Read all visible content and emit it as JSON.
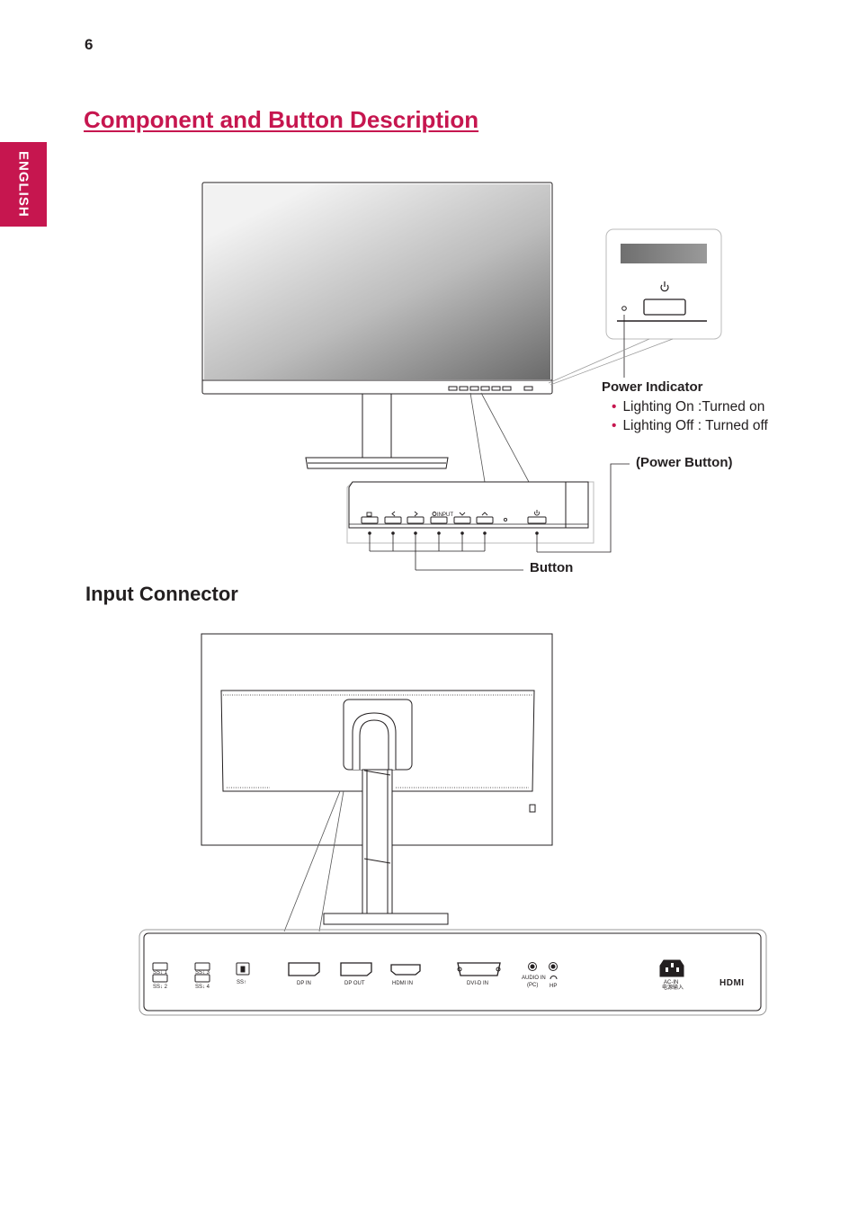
{
  "page": {
    "number": "6",
    "language_tab": "ENGLISH",
    "title": "Component and Button Description",
    "input_section_title": "Input Connector"
  },
  "front_view": {
    "power_indicator": {
      "label": "Power Indicator",
      "states": [
        "Lighting On :Turned on",
        "Lighting Off : Turned off"
      ]
    },
    "power_button_label": "(Power Button)",
    "button_label": "Button",
    "button_marks": [
      "INPUT"
    ]
  },
  "connectors": {
    "usb": [
      "SS↓ 1",
      "SS↓ 2",
      "SS↓ 3",
      "SS↓ 4"
    ],
    "usb_up": "SS↑",
    "ports": [
      "DP IN",
      "DP OUT",
      "HDMI IN",
      "DVI-D IN"
    ],
    "audio_in": "AUDIO IN",
    "audio_in_sub": "(PC)",
    "headphone": "HP",
    "ac_in": "AC-IN",
    "ac_in_sub": "电源输入",
    "hdmi_logo": "HDMI"
  },
  "colors": {
    "accent": "#c6164f",
    "text": "#231f20"
  }
}
